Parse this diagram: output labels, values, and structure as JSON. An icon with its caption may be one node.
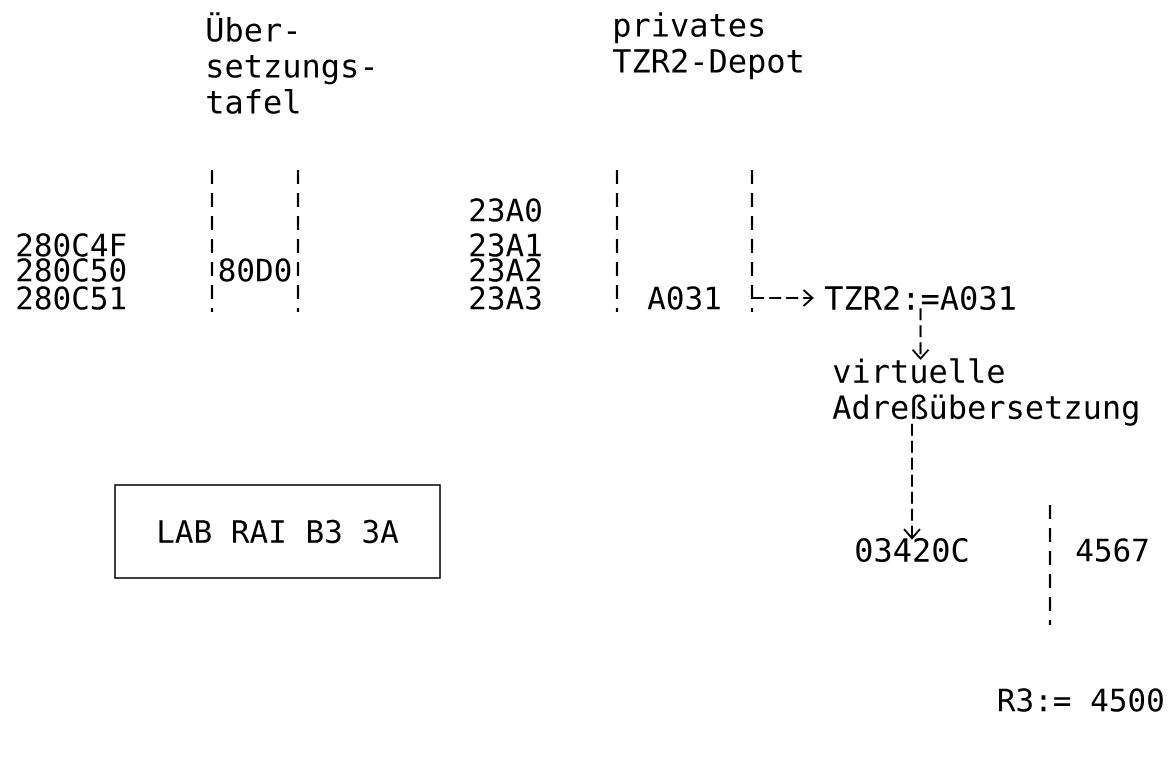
{
  "diagram": {
    "nodes": [
      {
        "text": [
          "Über- setzungs- tafel"
        ]
      },
      {
        "text": [
          "80D0"
        ],
        "in": 0
      },
      {
        "text": [
          "privates TZR2-Depot"
        ]
      },
      {
        "text": [
          "A031"
        ],
        "in": 2
      },
      {
        "text": [
          "TZR2:=A031"
        ]
      },
      {
        "text": [
          "virtuelle Adreßübersetzung"
        ]
      },
      {
        "text": [
          "03420C"
        ]
      },
      {
        "text": [
          "LAB RAI B3 3A"
        ]
      }
    ],
    "edges": [
      {
        "from": 3,
        "to": 4,
        "arrow": "to"
      },
      {
        "from": 4,
        "to": 5,
        "arrow": "to"
      },
      {
        "from": 5,
        "to": 6,
        "arrow": "to"
      }
    ],
    "labels": [
      "23A0",
      "280C4F",
      "23A1",
      "280C50",
      "23A2",
      "280C51",
      "23A3",
      "4567",
      "R3:= 4500"
    ]
  }
}
